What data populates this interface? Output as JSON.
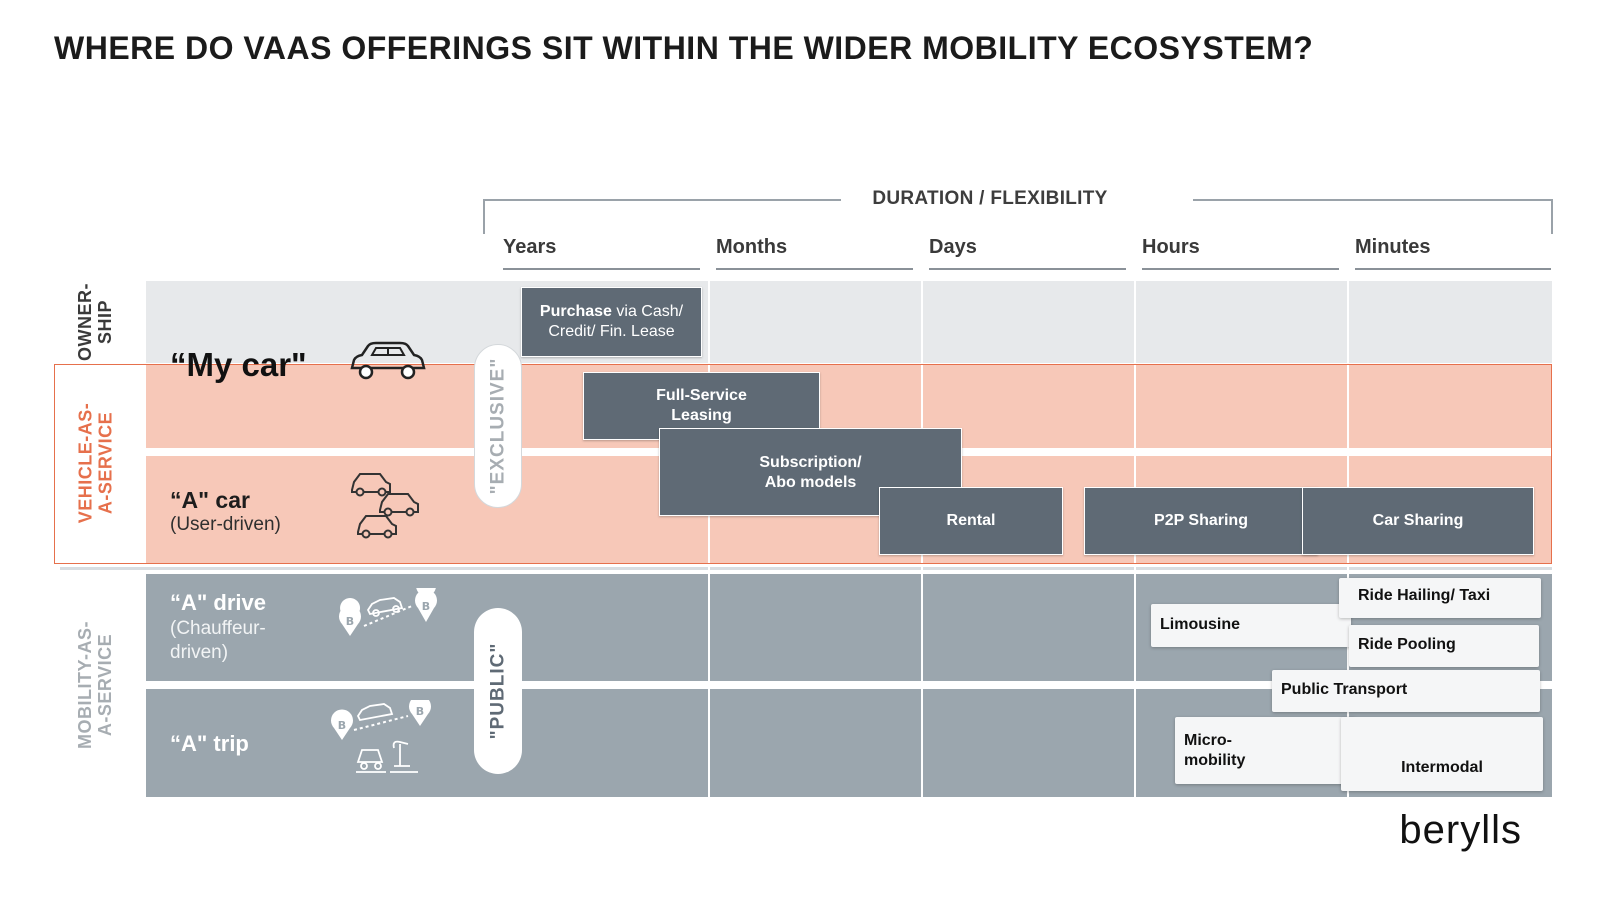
{
  "title": "WHERE DO VAAS OFFERINGS SIT WITHIN THE WIDER MOBILITY ECOSYSTEM?",
  "axis": {
    "label": "DURATION / FLEXIBILITY",
    "columns": [
      "Years",
      "Months",
      "Days",
      "Hours",
      "Minutes"
    ]
  },
  "groups": {
    "ownership": {
      "line1": "OWNER-",
      "line2": "SHIP",
      "color": "#3a3a3a"
    },
    "vaas": {
      "line1": "VEHICLE-AS-",
      "line2": "A-SERVICE",
      "color": "#e6704c"
    },
    "maas": {
      "line1": "MOBILITY-AS-",
      "line2": "A-SERVICE",
      "color": "#a7adb2"
    }
  },
  "rows": {
    "my_car": {
      "label": "“My car\""
    },
    "a_car": {
      "label": "“A\" car",
      "sub": "(User-driven)"
    },
    "a_drive": {
      "label": "“A\" drive",
      "sub1": "(Chauffeur-",
      "sub2": "driven)"
    },
    "a_trip": {
      "label": "“A\" trip"
    }
  },
  "pills": {
    "exclusive": "\"EXCLUSIVE\"",
    "public": "\"PUBLIC\""
  },
  "offerings": {
    "purchase": {
      "bold": "Purchase",
      "rest1": " via Cash/",
      "rest2": "Credit/ Fin. Lease"
    },
    "full_service_leasing": {
      "line1": "Full-Service",
      "line2": "Leasing"
    },
    "subscription": {
      "line1": "Subscription/",
      "line2": "Abo models"
    },
    "rental": "Rental",
    "p2p_sharing": "P2P Sharing",
    "car_sharing": "Car Sharing",
    "limousine": "Limousine",
    "ride_hailing": "Ride Hailing/ Taxi",
    "ride_pooling": "Ride Pooling",
    "public_transport": "Public Transport",
    "micromobility": {
      "line1": "Micro-",
      "line2": "mobility"
    },
    "intermodal": "Intermodal"
  },
  "logo": "berylls",
  "colors": {
    "ownership_band": "#e7e9eb",
    "vaas_band": "#f7c8b8",
    "vaas_accent": "#e6704c",
    "maas_band": "#9ba6ae",
    "offering_box": "#5f6a75"
  }
}
